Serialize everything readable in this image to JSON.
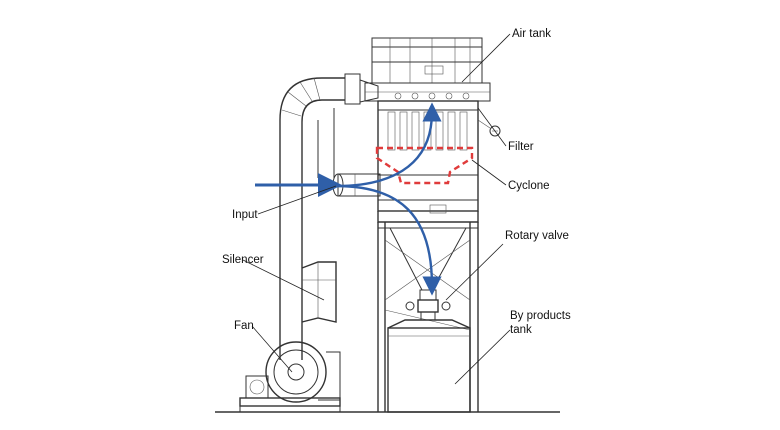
{
  "labels": {
    "air_tank": "Air tank",
    "filter": "Filter",
    "cyclone": "Cyclone",
    "input": "Input",
    "rotary_valve": "Rotary valve",
    "silencer": "Silencer",
    "by_products_line1": "By products",
    "by_products_line2": "tank",
    "fan": "Fan"
  },
  "colors": {
    "flow_arrow": "#2f5fa8",
    "cyclone_outline": "#e03b3b",
    "line": "#333333",
    "background": "#ffffff"
  }
}
